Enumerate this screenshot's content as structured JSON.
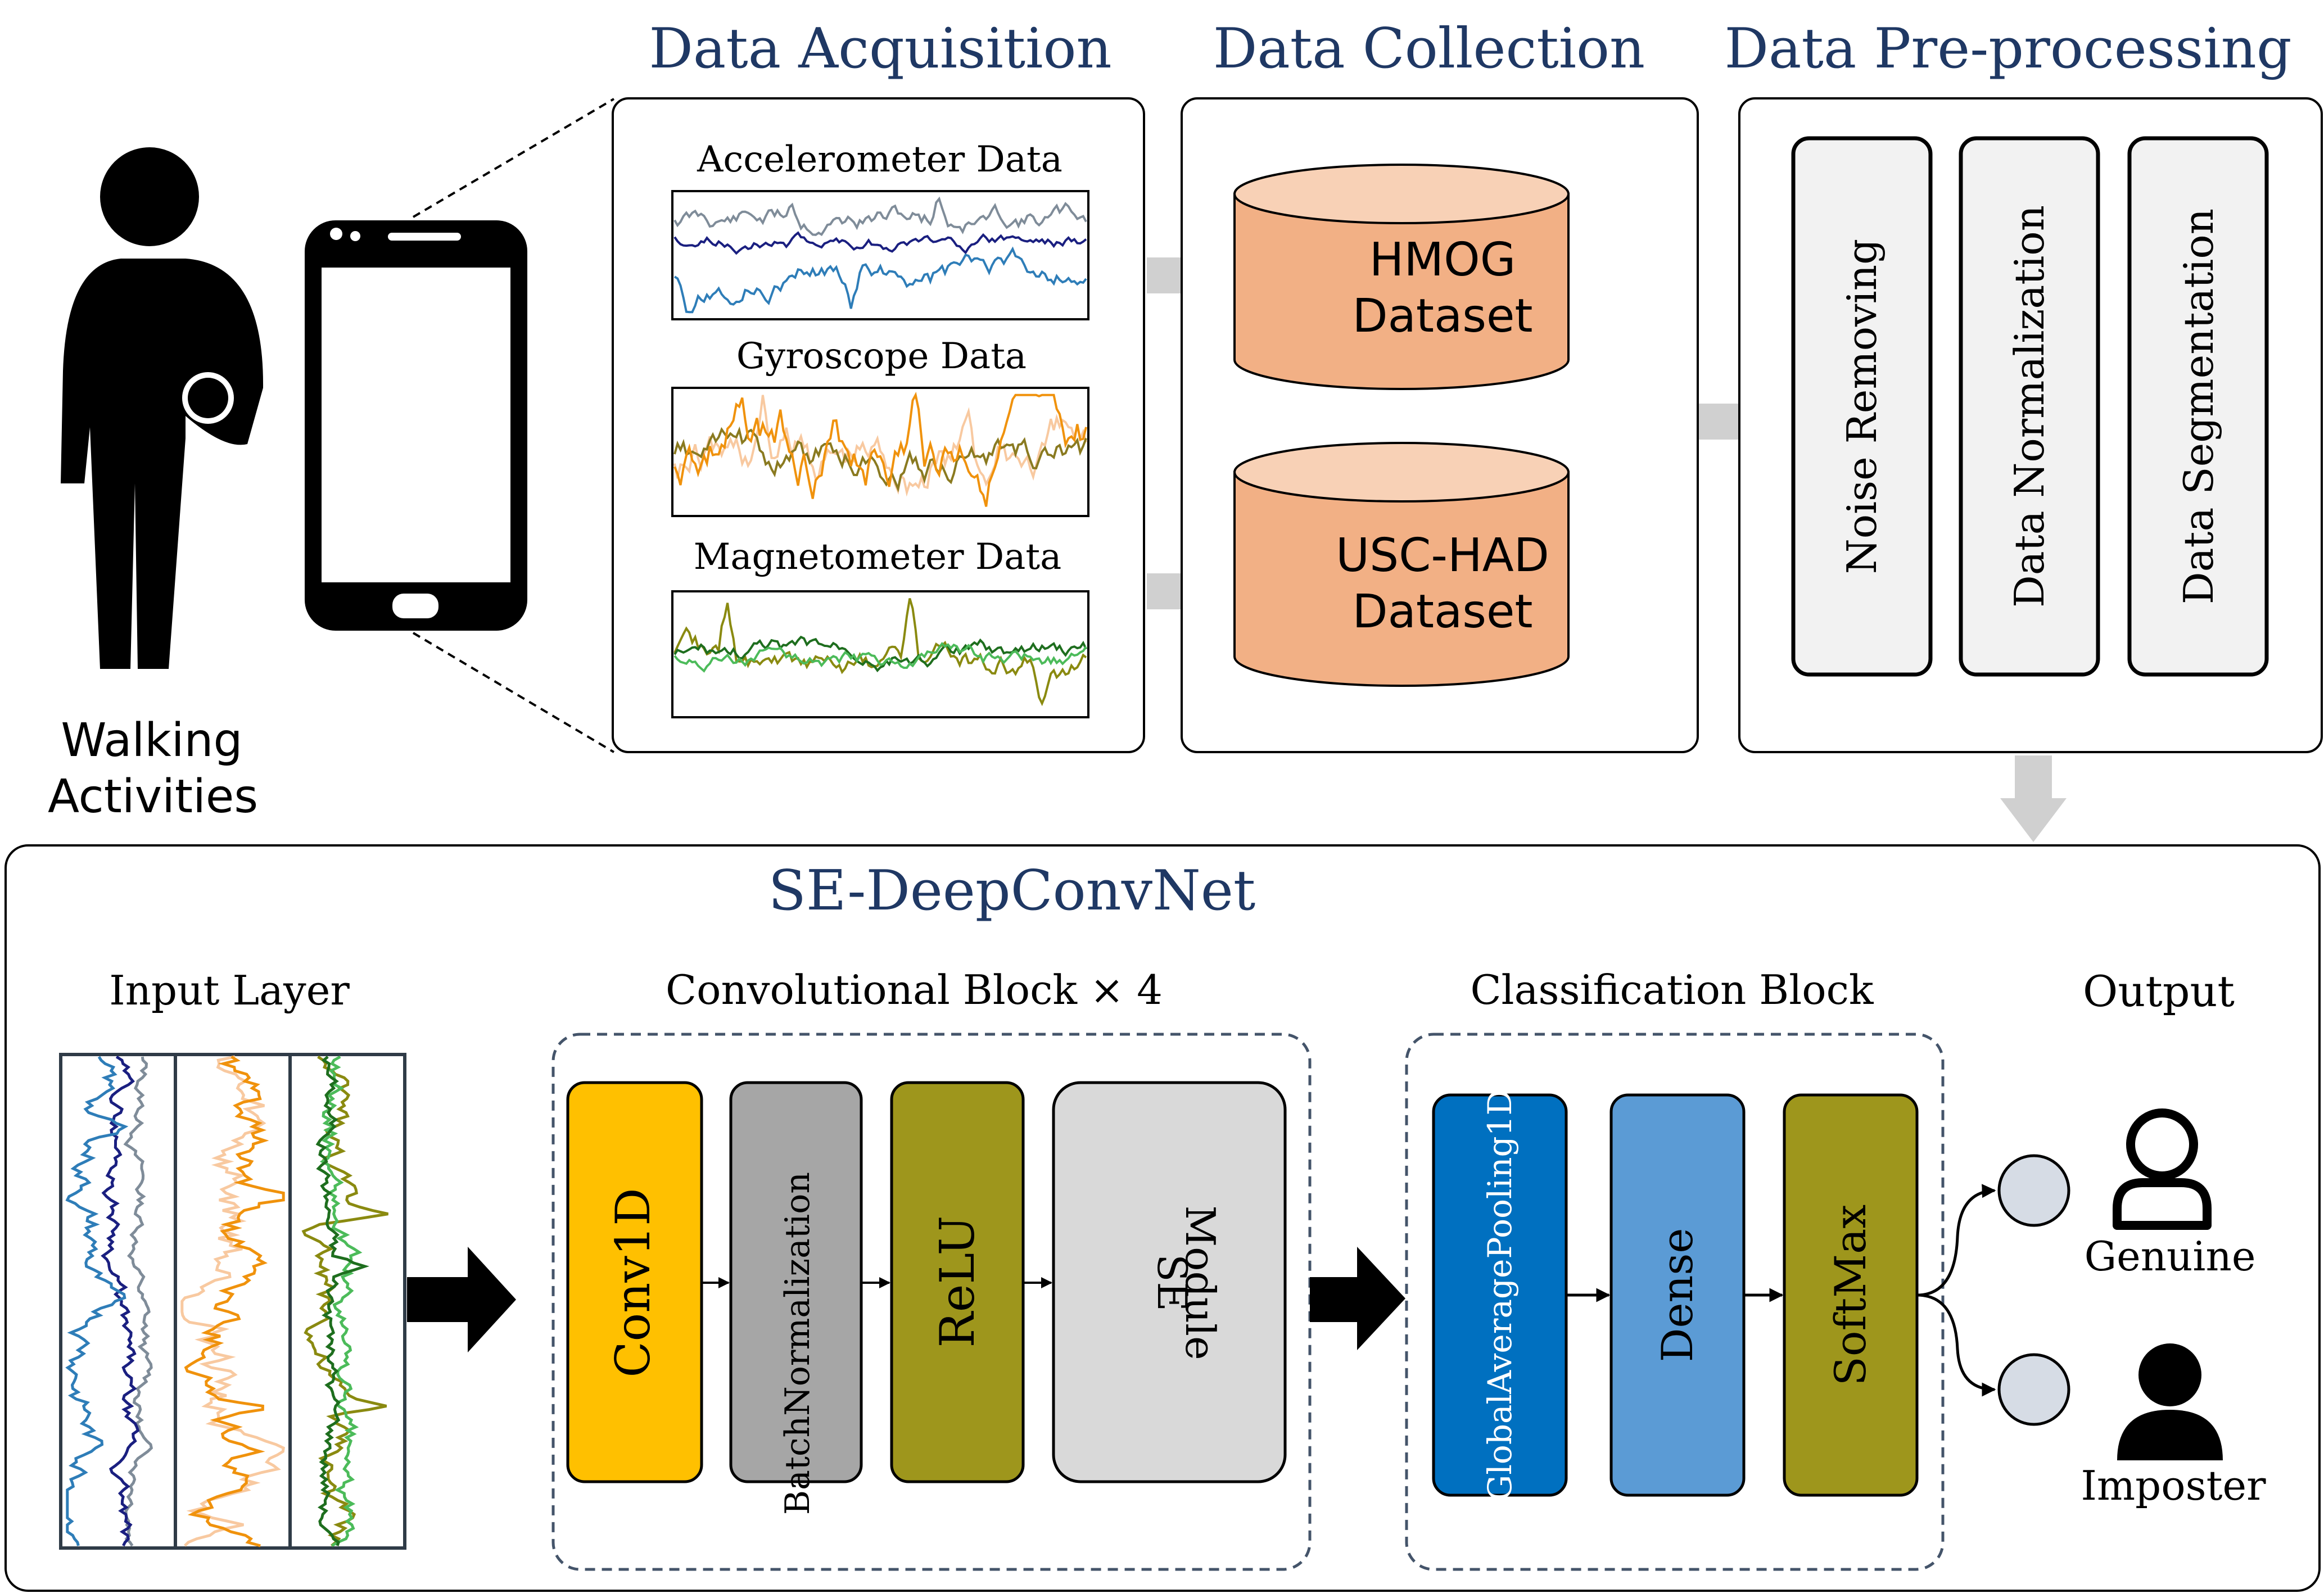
{
  "person": {
    "label_line1": "Walking",
    "label_line2": "Activities",
    "icon": "walking-person-icon"
  },
  "phone": {
    "icon": "smartphone-icon"
  },
  "acquisition": {
    "title": "Data Acquisition",
    "sensors": [
      {
        "label": "Accelerometer Data",
        "colors": [
          "#7f8c99",
          "#1a1f80",
          "#2e7db8"
        ]
      },
      {
        "label": "Gyroscope Data",
        "colors": [
          "#f8c9a0",
          "#f0920c",
          "#8a7a20"
        ]
      },
      {
        "label": "Magnetometer Data",
        "colors": [
          "#8a8a10",
          "#1e6e1e",
          "#4cbb5a"
        ]
      }
    ]
  },
  "collection": {
    "title": "Data Collection",
    "datasets": [
      {
        "line1": "HMOG",
        "line2": "Dataset"
      },
      {
        "line1": "USC-HAD",
        "line2": "Dataset"
      }
    ],
    "cylinder_color": "#f2b085"
  },
  "preprocessing": {
    "title": "Data Pre-processing",
    "steps": [
      "Noise Removing",
      "Data Normalization",
      "Data Segmentation"
    ]
  },
  "model": {
    "title": "SE-DeepConvNet",
    "input_label": "Input Layer",
    "conv_block": {
      "label": "Convolutional Block × 4",
      "layers": [
        {
          "text": "Conv1D",
          "color": "#ffc000"
        },
        {
          "text": "BatchNormalization",
          "color": "#a6a6a6"
        },
        {
          "text": "ReLU",
          "color": "#9e961c"
        },
        {
          "text": "SE",
          "text2": "Module",
          "color": "#d9d9d9"
        }
      ]
    },
    "class_block": {
      "label": "Classification Block",
      "layers": [
        {
          "text": "GlobalAveragePooling1D",
          "color": "#0070c0"
        },
        {
          "text": "Dense",
          "color": "#5b9bd5"
        },
        {
          "text": "SoftMax",
          "color": "#9e961c"
        }
      ]
    },
    "output": {
      "label": "Output",
      "classes": [
        {
          "label": "Genuine",
          "icon": "user-outline-icon"
        },
        {
          "label": "Imposter",
          "icon": "user-filled-icon"
        }
      ]
    }
  },
  "colors": {
    "title_navy": "#1f3864",
    "arrow_gray": "#d0d0d0",
    "dash_blue": "#44546a"
  }
}
